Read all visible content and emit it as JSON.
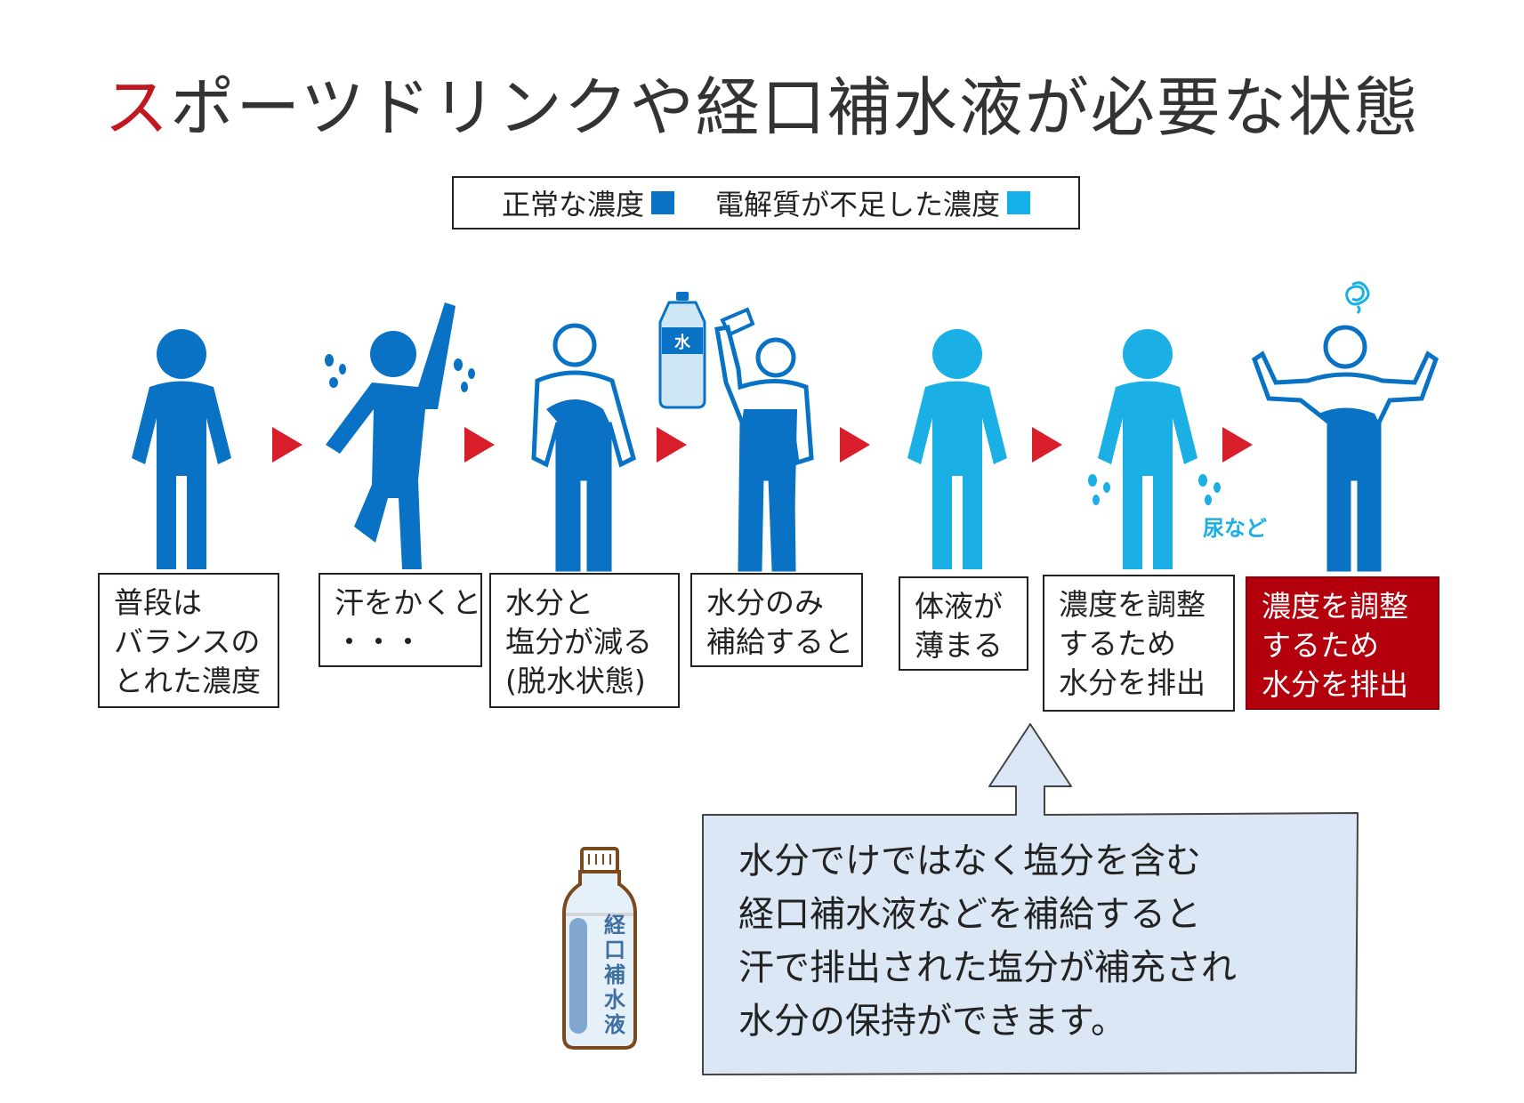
{
  "title": {
    "accent": "ス",
    "rest": "ポーツドリンクや経口補水液が必要な状態"
  },
  "legend": [
    {
      "label": "正常な濃度",
      "color": "#0a72c4"
    },
    {
      "label": "電解質が不足した濃度",
      "color": "#14b0ea"
    }
  ],
  "icons": {
    "bottle_label": "水",
    "urine_label": "尿など",
    "ors_bottle_label": "経口補水液"
  },
  "colors": {
    "dark_blue": "#0a72c4",
    "light_blue": "#1ab0e6",
    "arrow_red": "#d81d2b",
    "highlight": "#b3000c",
    "callout_fill": "#dbe7f4"
  },
  "steps": [
    "普段は\nバランスの\nとれた濃度",
    "汗をかくと\n・・・",
    "水分と\n塩分が減る\n(脱水状態)",
    "水分のみ\n補給すると",
    "体液が\n薄まる",
    "濃度を調整\nするため\n水分を排出",
    "濃度を調整\nするため\n水分を排出"
  ],
  "message": [
    "水分でけではなく塩分を含む",
    "経口補水液などを補給すると",
    "汗で排出された塩分が補充され",
    "水分の保持ができます。"
  ]
}
